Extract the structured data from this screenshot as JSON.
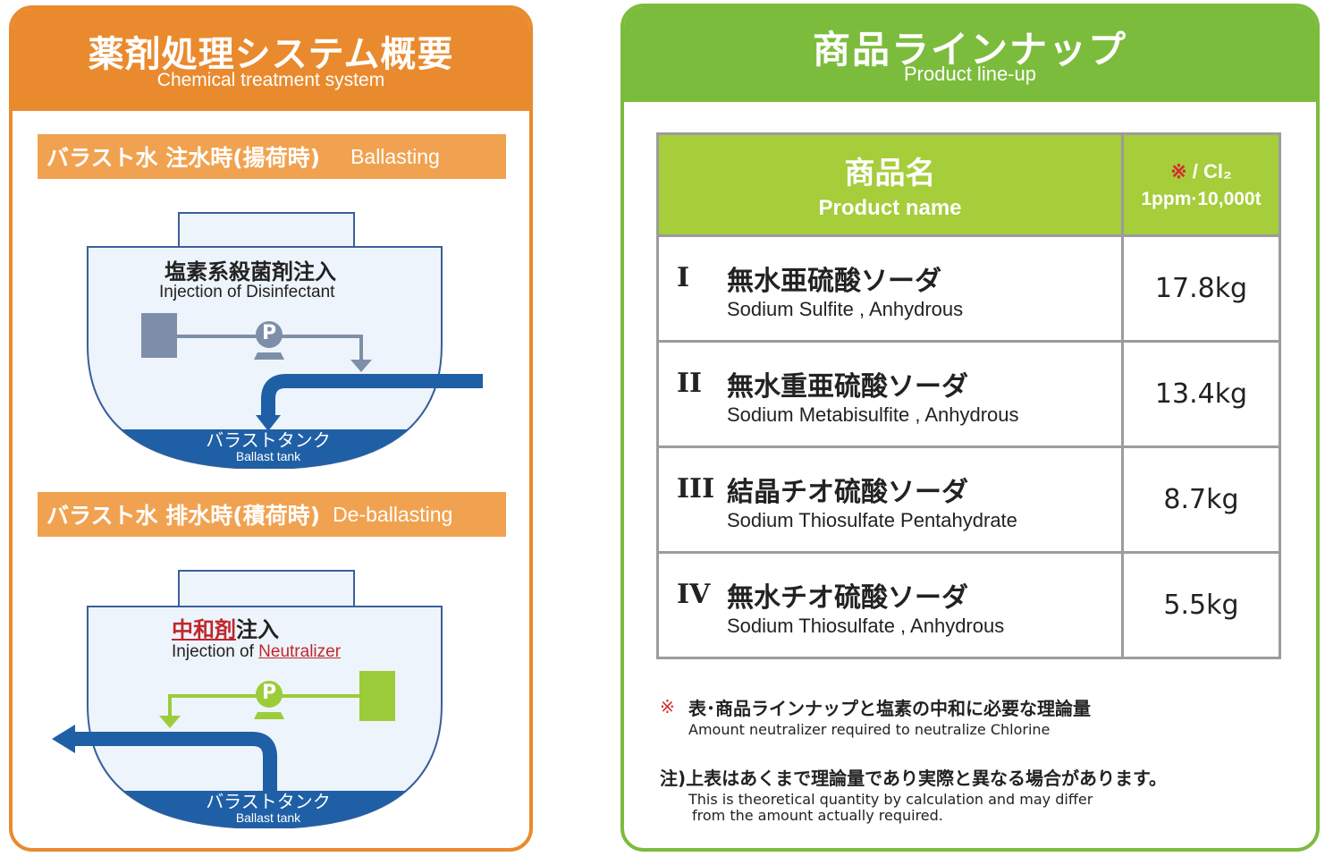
{
  "left": {
    "title": "薬剤処理システム概要",
    "subtitle": "Chemical treatment system",
    "section1": {
      "jp": "バラスト水 注水時(揚荷時)",
      "en": "Ballasting",
      "label_jp": "塩素系殺菌剤注入",
      "label_en": "Injection of Disinfectant",
      "pump": "P",
      "tank_jp": "バラストタンク",
      "tank_en": "Ballast tank"
    },
    "section2": {
      "jp": "バラスト水 排水時(積荷時)",
      "en": "De-ballasting",
      "label_jp_highlight": "中和剤",
      "label_jp_rest": "注入",
      "label_en_prefix": "Injection of ",
      "label_en_highlight": "Neutralizer",
      "pump": "P",
      "tank_jp": "バラストタンク",
      "tank_en": "Ballast tank"
    },
    "colors": {
      "orange": "#ea8a2e",
      "tank_blue": "#1f5fa6",
      "pipe_gray": "#7d8fa8",
      "pipe_green": "#9ccc3a"
    }
  },
  "right": {
    "title": "商品ラインナップ",
    "subtitle": "Product line-up",
    "table": {
      "header_name_jp": "商品名",
      "header_name_en": "Product name",
      "header_unit_mark": "※",
      "header_unit_top": " / Cl₂",
      "header_unit_bottom": "1ppm·10,000t",
      "rows": [
        {
          "numeral": "I",
          "jp": "無水亜硫酸ソーダ",
          "en": "Sodium Sulfite , Anhydrous",
          "amount": "17.8kg"
        },
        {
          "numeral": "II",
          "jp": "無水重亜硫酸ソーダ",
          "en": "Sodium Metabisulfite , Anhydrous",
          "amount": "13.4kg"
        },
        {
          "numeral": "III",
          "jp": "結晶チオ硫酸ソーダ",
          "en": "Sodium Thiosulfate Pentahydrate",
          "amount": "8.7kg"
        },
        {
          "numeral": "IV",
          "jp": "無水チオ硫酸ソーダ",
          "en": "Sodium Thiosulfate , Anhydrous",
          "amount": "5.5kg"
        }
      ]
    },
    "note1": {
      "mark": "※",
      "jp": "表･商品ラインナップと塩素の中和に必要な理論量",
      "en": "Amount neutralizer required to neutralize Chlorine"
    },
    "note2": {
      "jp": "注)上表はあくまで理論量であり実際と異なる場合があります。",
      "en_line1": "This is theoretical quantity by calculation and may differ",
      "en_line2": "from  the amount actually required."
    },
    "colors": {
      "green": "#7cbc3d",
      "header_green": "#a6cd3a",
      "mark_red": "#d32f2f"
    }
  }
}
